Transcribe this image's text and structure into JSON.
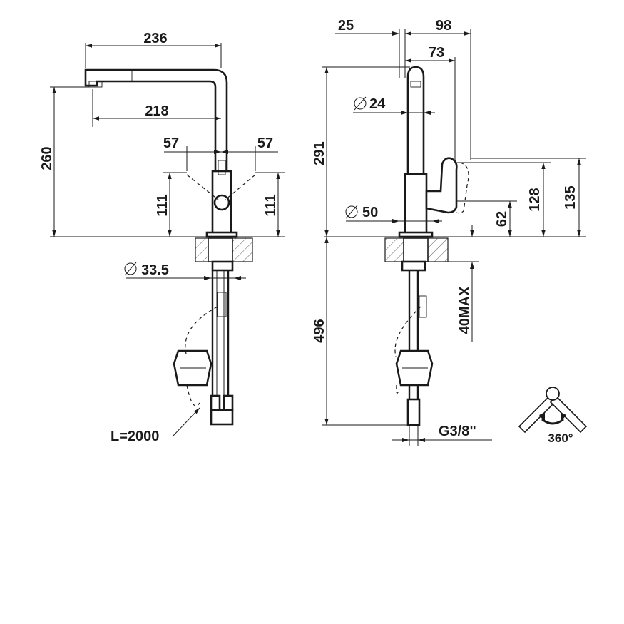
{
  "front_view": {
    "width_top": "236",
    "spout_reach": "218",
    "lever_left": "57",
    "lever_right": "57",
    "height_total": "260",
    "height_left": "111",
    "height_right": "111",
    "hole_diameter": "33.5",
    "hose_length": "L=2000"
  },
  "side_view": {
    "offset_back": "25",
    "depth": "98",
    "lever_depth": "73",
    "spout_diameter": "24",
    "height_total": "291",
    "base_diameter": "50",
    "lever_height_1": "62",
    "lever_height_2": "128",
    "lever_height_3": "135",
    "below_deck": "496",
    "deck_max": "40MAX",
    "thread": "G3/8\""
  },
  "rotation": {
    "label": "360°"
  }
}
